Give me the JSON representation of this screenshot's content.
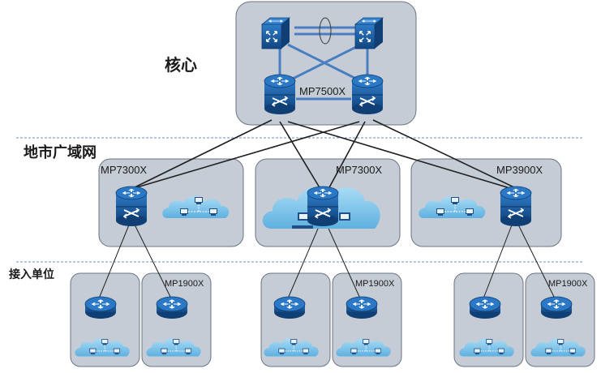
{
  "tiers": {
    "core": "核心",
    "metro": "地市广域网",
    "access": "接入单位"
  },
  "devices": {
    "core_router": "MP7500X",
    "metro_left": "MP7300X",
    "metro_center": "MP7300X",
    "metro_right": "MP3900X",
    "access_router": "MP1900X"
  },
  "colors": {
    "group_fill": "#c5ccd6",
    "group_stroke": "#6b7480",
    "device_blue": "#1a5fa8",
    "cloud_blue": "#7ac2ea",
    "link_black": "#1f1f1f",
    "link_blue": "#4a7ec0",
    "divider": "#6a8fbf"
  },
  "icons": [
    "core-switch-icon",
    "core-router-icon",
    "router-icon",
    "cloud-lan-icon"
  ]
}
